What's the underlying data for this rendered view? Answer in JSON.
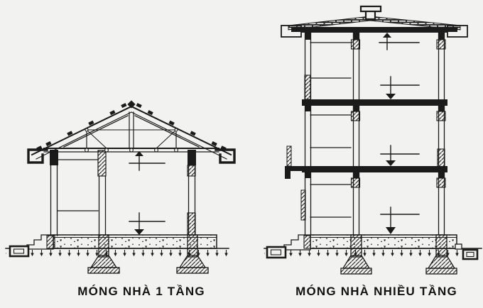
{
  "page": {
    "background_color": "#f2f2f1",
    "line_color": "#1b1b1b",
    "text_color": "#121212"
  },
  "figures": [
    {
      "id": "single-story",
      "caption": "MÓNG NHÀ 1 TẦNG",
      "description": "Cross-section of a one-story house: gable timber roof truss, masonry walls, shallow strip foundation slab on two pedestal footings, entry steps and drain gutter at left"
    },
    {
      "id": "multi-story",
      "caption": "MÓNG NHÀ NHIỀU TẦNG",
      "description": "Cross-section of a three-story building: flat tiled roof with vent, three floor slabs with level markers, foundation slab on two larger pedestal footings, steps at left and drains both sides"
    }
  ]
}
